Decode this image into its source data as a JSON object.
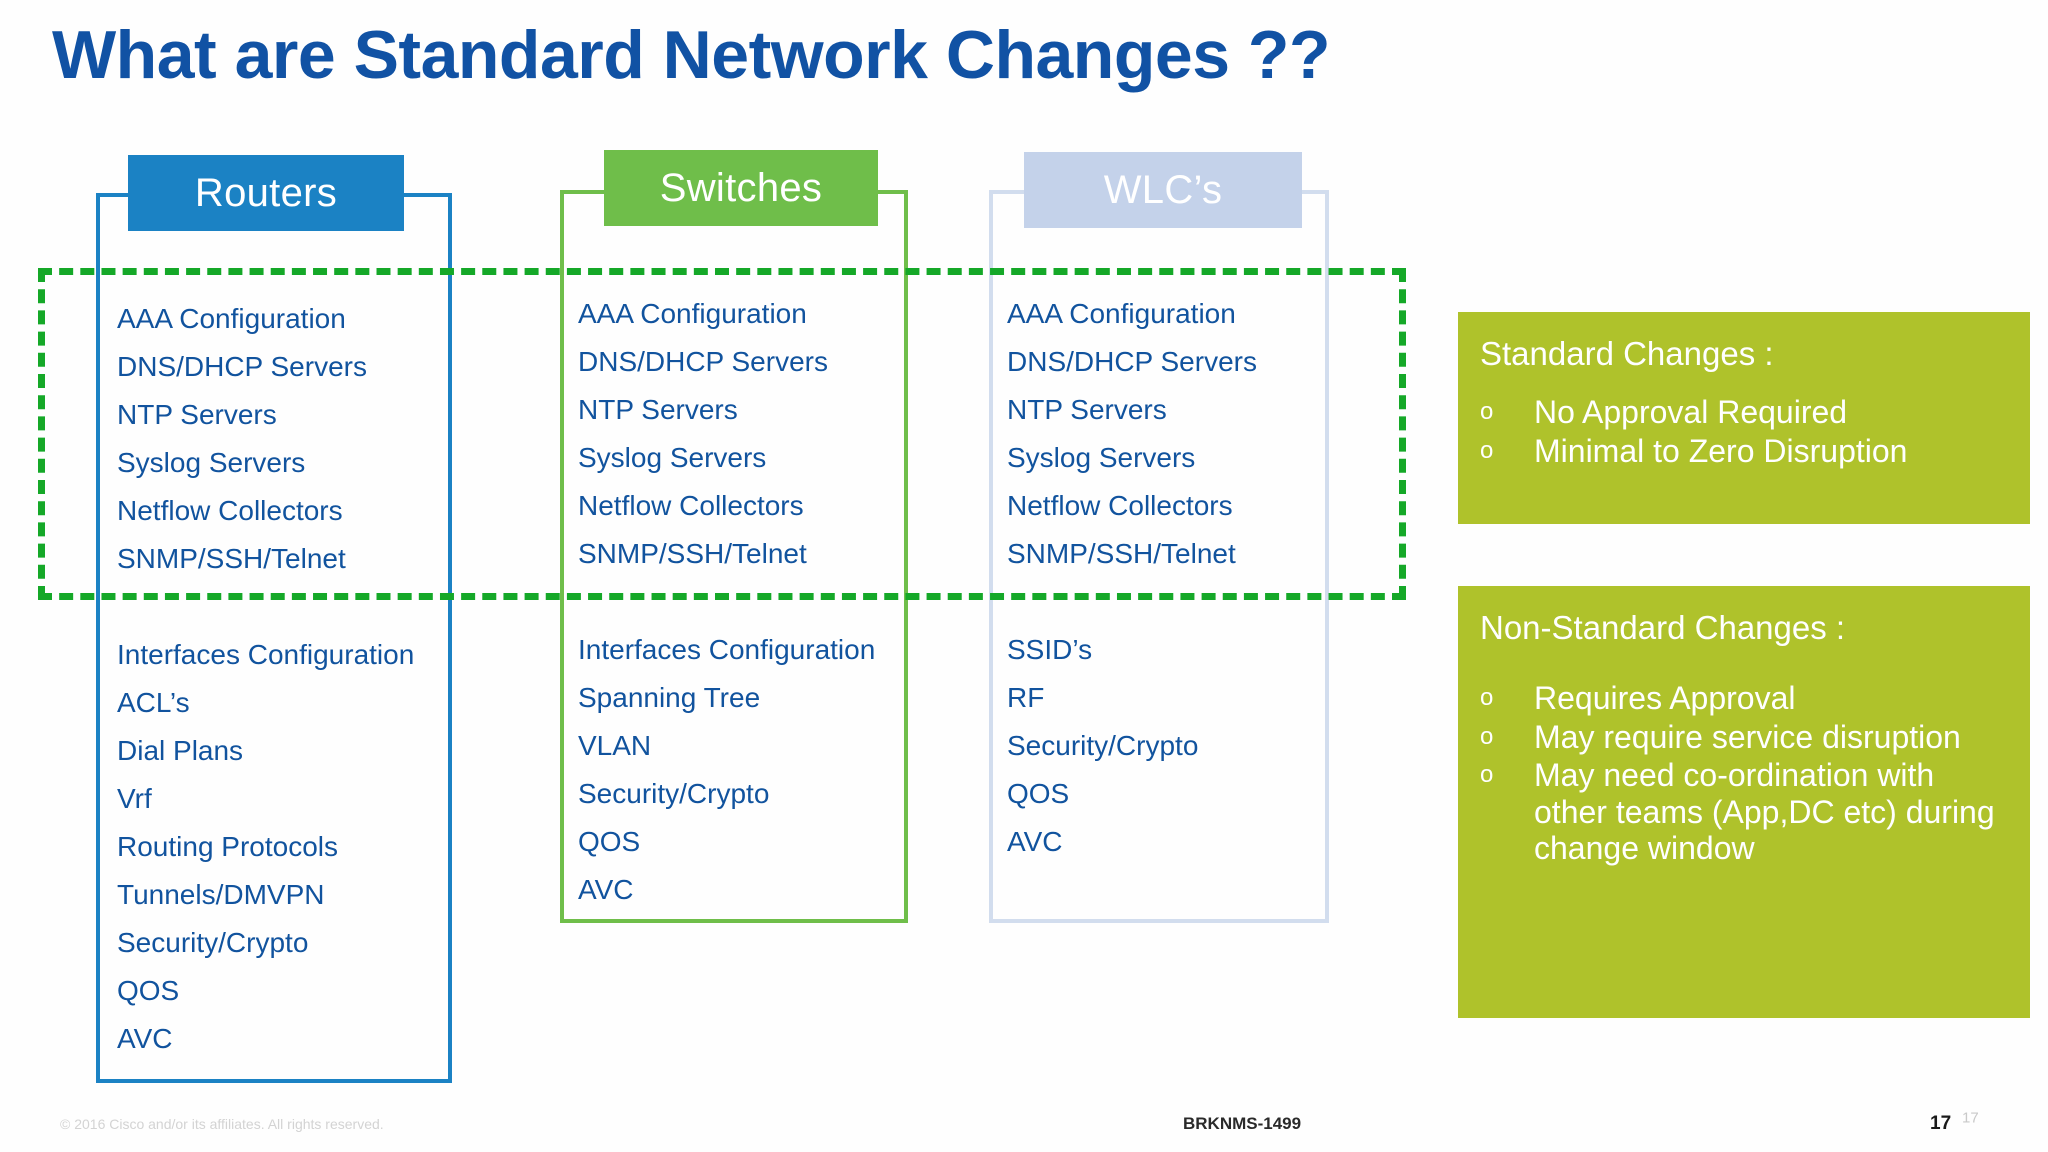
{
  "slide": {
    "title": "What are Standard Network Changes ??",
    "title_color": "#1152A4",
    "background": "#fefefe"
  },
  "columns": [
    {
      "key": "routers",
      "header": "Routers",
      "header_bg": "#1B82C4",
      "frame_color": "#1B82C4",
      "standard_items": [
        "AAA Configuration",
        "DNS/DHCP Servers",
        "NTP Servers",
        "Syslog Servers",
        "Netflow Collectors",
        "SNMP/SSH/Telnet"
      ],
      "non_standard_items": [
        "Interfaces Configuration",
        "ACL’s",
        "Dial Plans",
        "Vrf",
        "Routing Protocols",
        "Tunnels/DMVPN",
        "Security/Crypto",
        "QOS",
        "AVC"
      ]
    },
    {
      "key": "switches",
      "header": "Switches",
      "header_bg": "#6FBE4A",
      "frame_color": "#6FBE4A",
      "standard_items": [
        "AAA Configuration",
        "DNS/DHCP Servers",
        "NTP Servers",
        "Syslog Servers",
        "Netflow Collectors",
        "SNMP/SSH/Telnet"
      ],
      "non_standard_items": [
        "Interfaces Configuration",
        "Spanning Tree",
        "VLAN",
        "Security/Crypto",
        "QOS",
        "AVC"
      ]
    },
    {
      "key": "wlcs",
      "header": "WLC’s",
      "header_bg": "#C4D2EA",
      "frame_color": "#D2DDEE",
      "standard_items": [
        "AAA Configuration",
        "DNS/DHCP Servers",
        "NTP Servers",
        "Syslog Servers",
        "Netflow Collectors",
        "SNMP/SSH/Telnet"
      ],
      "non_standard_items": [
        "SSID’s",
        "RF",
        "Security/Crypto",
        "QOS",
        "AVC"
      ]
    }
  ],
  "highlight": {
    "color": "#15A828",
    "style": "dashed"
  },
  "panels": {
    "standard": {
      "title": "Standard Changes :",
      "bg": "#AFC22B",
      "bullet_mark": "o",
      "bullets": [
        "No Approval Required",
        "Minimal to Zero Disruption"
      ]
    },
    "non_standard": {
      "title": "Non-Standard Changes :",
      "bg": "#AFC22B",
      "bullet_mark": "o",
      "bullets": [
        "Requires Approval",
        "May require service disruption",
        "May need co-ordination with other teams (App,DC etc) during change window"
      ]
    }
  },
  "footer": {
    "copyright": "© 2016 Cisco and/or its affiliates. All rights reserved.",
    "session_code": "BRKNMS-1499",
    "page_number": "17",
    "page_number_ghost": "17"
  }
}
